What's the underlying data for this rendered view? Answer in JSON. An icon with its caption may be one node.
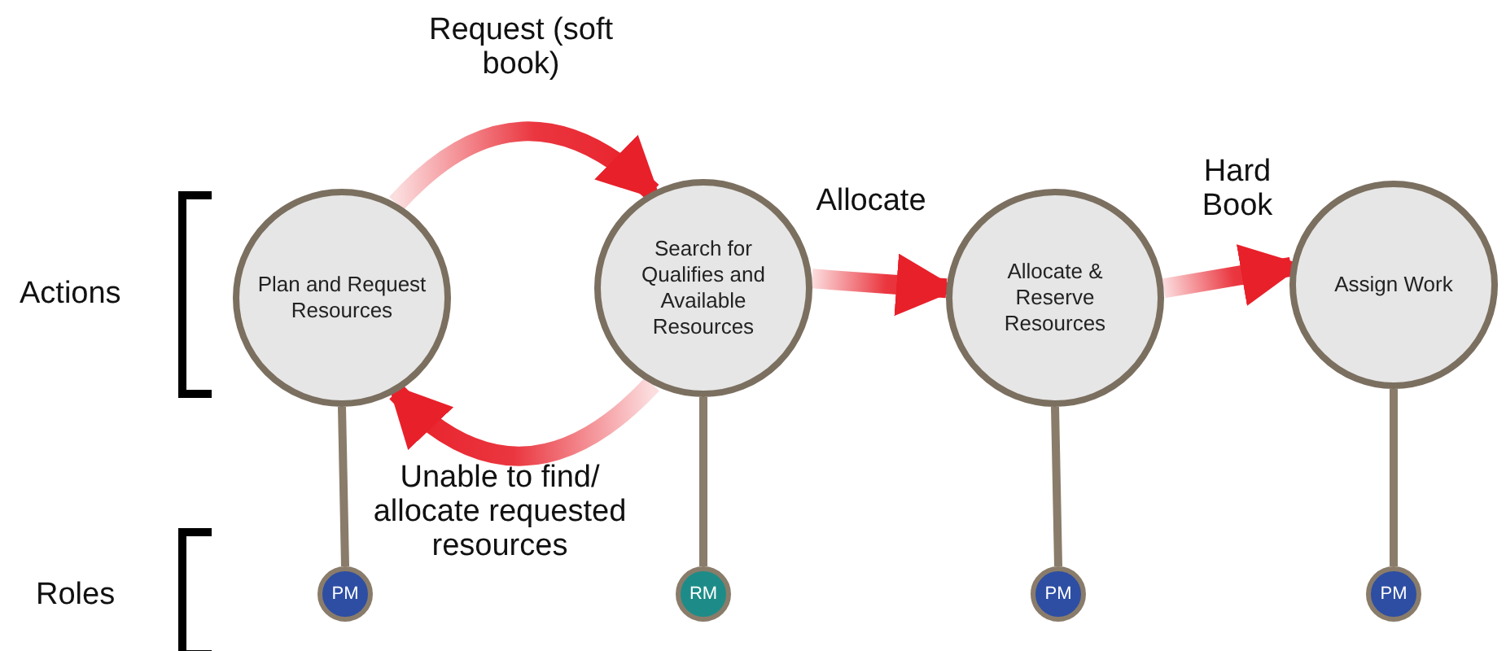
{
  "diagram": {
    "nodes": [
      {
        "text": [
          "Plan and Request Resources"
        ]
      },
      {
        "text": [
          "Search for Qualifies and Available Resources"
        ]
      },
      {
        "text": [
          "Allocate & Reserve Resources"
        ]
      },
      {
        "text": [
          "Assign Work"
        ]
      },
      {
        "text": [
          "PM"
        ]
      },
      {
        "text": [
          "RM"
        ]
      },
      {
        "text": [
          "PM"
        ]
      },
      {
        "text": [
          "PM"
        ]
      }
    ],
    "edges": [
      {
        "from": 0,
        "to": 1,
        "arrow": "to",
        "label": "Request (soft book)",
        "style": "thick",
        "color": "#e8202a"
      },
      {
        "from": 1,
        "to": 0,
        "arrow": "to",
        "label": "Unable to find/ allocate requested resources",
        "style": "thick",
        "color": "#e8202a"
      },
      {
        "from": 1,
        "to": 2,
        "arrow": "to",
        "label": "Allocate",
        "style": "thick",
        "color": "#e8202a"
      },
      {
        "from": 2,
        "to": 3,
        "arrow": "to",
        "label": "Hard Book",
        "style": "thick",
        "color": "#e8202a"
      },
      {
        "from": 0,
        "to": 4,
        "arrow": "none"
      },
      {
        "from": 1,
        "to": 5,
        "arrow": "none"
      },
      {
        "from": 2,
        "to": 6,
        "arrow": "none"
      },
      {
        "from": 3,
        "to": 7,
        "arrow": "none"
      }
    ],
    "labels": [
      "Actions",
      "Roles"
    ]
  }
}
